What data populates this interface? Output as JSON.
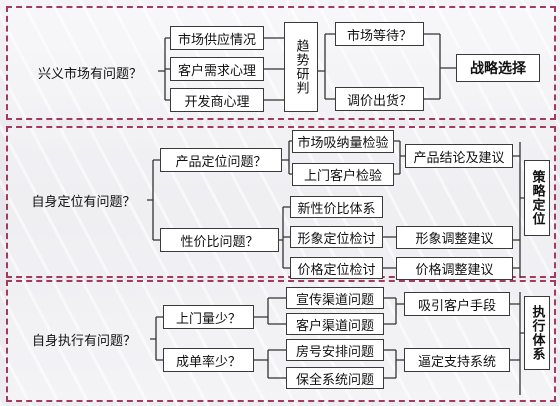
{
  "section1": {
    "root": "兴义市场有问题？",
    "issues": [
      "市场供应情况",
      "客户需求心理",
      "开发商心理"
    ],
    "trend": "趋势研判",
    "options": [
      "市场等待？",
      "调价出货？"
    ],
    "result": "战略选择"
  },
  "section2": {
    "root": "自身定位有问题？",
    "issue_a": "产品定位问题？",
    "issue_a_checks": [
      "市场吸纳量检验",
      "上门客户检验"
    ],
    "issue_a_result": "产品结论及建议",
    "issue_b": "性价比问题？",
    "issue_b_checks": [
      "新性价比体系",
      "形象定位检讨",
      "价格定位检讨"
    ],
    "issue_b_results": [
      "形象调整建议",
      "价格调整建议"
    ],
    "side_label": "策略定位"
  },
  "section3": {
    "root": "自身执行有问题？",
    "issue_a": "上门量少？",
    "issue_a_items": [
      "宣传渠道问题",
      "客户渠道问题"
    ],
    "issue_a_result": "吸引客户手段",
    "issue_b": "成单率少？",
    "issue_b_items": [
      "房号安排问题",
      "保全系统问题"
    ],
    "issue_b_result": "逼定支持系统",
    "side_label": "执行体系"
  }
}
